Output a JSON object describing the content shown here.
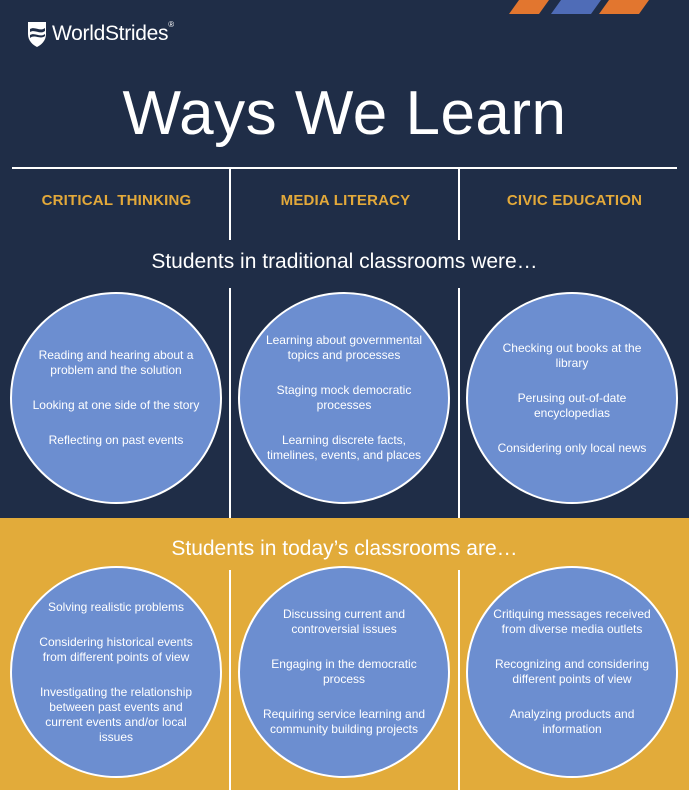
{
  "brand": {
    "name": "WorldStrides",
    "registered": "®",
    "stripe_colors": [
      "#e2762f",
      "#4f6cb7",
      "#e2762f"
    ]
  },
  "title": "Ways We Learn",
  "columns": [
    {
      "label": "CRITICAL THINKING"
    },
    {
      "label": "MEDIA LITERACY"
    },
    {
      "label": "CIVIC EDUCATION"
    }
  ],
  "traditional": {
    "heading": "Students in traditional classrooms were…",
    "circles": [
      {
        "items": [
          "Reading and hearing about a problem and the solution",
          "Looking at one side of the story",
          "Reflecting on past events"
        ]
      },
      {
        "items": [
          "Learning about governmental topics and processes",
          "Staging mock democratic processes",
          "Learning discrete facts, timelines, events, and places"
        ]
      },
      {
        "items": [
          "Checking out books at the library",
          "Perusing out-of-date encyclopedias",
          "Considering only local news"
        ]
      }
    ]
  },
  "today": {
    "heading": "Students in today’s classrooms are…",
    "circles": [
      {
        "items": [
          "Solving realistic problems",
          "Considering historical events from different points of view",
          "Investigating the relationship between past events and current events and/or local issues"
        ]
      },
      {
        "items": [
          "Discussing current and controversial issues",
          "Engaging in the democratic process",
          "Requiring service learning and community building projects"
        ]
      },
      {
        "items": [
          "Critiquing messages received from diverse media outlets",
          "Recognizing and considering different points of view",
          "Analyzing products and information"
        ]
      }
    ]
  },
  "colors": {
    "navy": "#1f2d47",
    "gold": "#e2ab3a",
    "circle_blue": "#6c8ed0",
    "header_gold": "#e3a93a"
  }
}
